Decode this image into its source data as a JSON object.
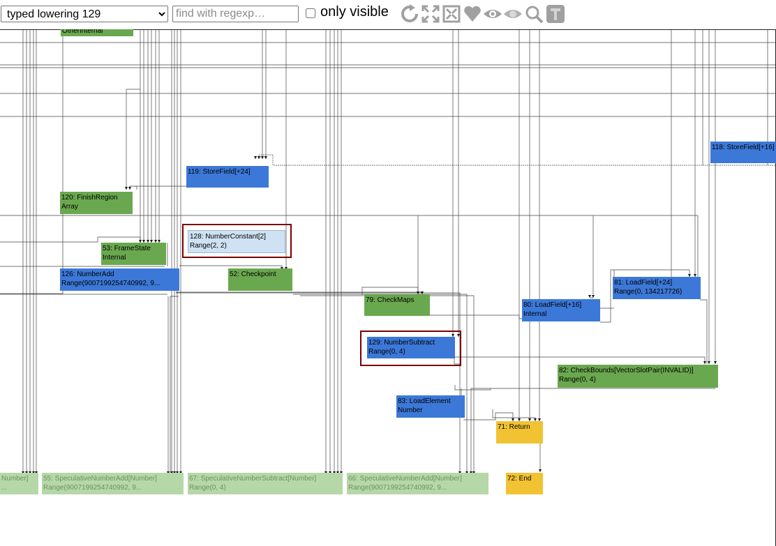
{
  "toolbar": {
    "phase_value": "typed lowering 129",
    "search_placeholder": "find with regexp…",
    "search_value": "",
    "only_visible_label": "only visible",
    "only_visible_checked": false,
    "icons": [
      "reload-icon",
      "expand-all-icon",
      "collapse-icon",
      "heart-icon",
      "eye-icon",
      "eye-hidden-icon",
      "search-zoom-icon",
      "toggle-types-icon"
    ]
  },
  "colors": {
    "control": "#6aa84f",
    "value": "#3c78d8",
    "terminal": "#f1c232",
    "constant": "#cfe2f3",
    "dead": "#b6d7a8",
    "selection": "#7b0000"
  },
  "nodes": [
    {
      "id": "n-top",
      "kind": "green",
      "line1": "OtherInternal",
      "line2": ""
    },
    {
      "id": "n118",
      "kind": "blue",
      "line1": "118: StoreField[+16]",
      "line2": ""
    },
    {
      "id": "n119",
      "kind": "blue",
      "line1": "119: StoreField[+24]",
      "line2": ""
    },
    {
      "id": "n120",
      "kind": "green",
      "line1": "120: FinishRegion",
      "line2": "Array"
    },
    {
      "id": "n128",
      "kind": "lightblue",
      "line1": "128: NumberConstant[2]",
      "line2": "Range(2, 2)"
    },
    {
      "id": "n53",
      "kind": "green",
      "line1": "53: FrameState",
      "line2": "Internal"
    },
    {
      "id": "n126",
      "kind": "blue",
      "line1": "126: NumberAdd",
      "line2": "Range(9007199254740992, 9..."
    },
    {
      "id": "n52",
      "kind": "green",
      "line1": "52: Checkpoint",
      "line2": ""
    },
    {
      "id": "n81",
      "kind": "blue",
      "line1": "81: LoadField[+24]",
      "line2": "Range(0, 134217726)"
    },
    {
      "id": "n79",
      "kind": "green",
      "line1": "79: CheckMaps",
      "line2": ""
    },
    {
      "id": "n80",
      "kind": "blue",
      "line1": "80: LoadField[+16]",
      "line2": "Internal"
    },
    {
      "id": "n129",
      "kind": "blue",
      "line1": "129: NumberSubtract",
      "line2": "Range(0, 4)"
    },
    {
      "id": "n82",
      "kind": "green",
      "line1": "82: CheckBounds[VectorSlotPair(INVALID)]",
      "line2": "Range(0, 4)"
    },
    {
      "id": "n83",
      "kind": "blue",
      "line1": "83: LoadElement",
      "line2": "Number"
    },
    {
      "id": "n71",
      "kind": "yellow",
      "line1": "71: Return",
      "line2": ""
    },
    {
      "id": "n-left",
      "kind": "faded",
      "line1": "Number]",
      "line2": "..."
    },
    {
      "id": "n55",
      "kind": "faded",
      "line1": "55: SpeculativeNumberAdd[Number]",
      "line2": "Range(9007199254740992, 9..."
    },
    {
      "id": "n67",
      "kind": "faded",
      "line1": "67: SpeculativeNumberSubtract[Number]",
      "line2": "Range(0, 4)"
    },
    {
      "id": "n66",
      "kind": "faded",
      "line1": "66: SpeculativeNumberAdd[Number]",
      "line2": "Range(9007199254740992, 9..."
    },
    {
      "id": "n72",
      "kind": "yellow",
      "line1": "72: End",
      "line2": ""
    }
  ]
}
